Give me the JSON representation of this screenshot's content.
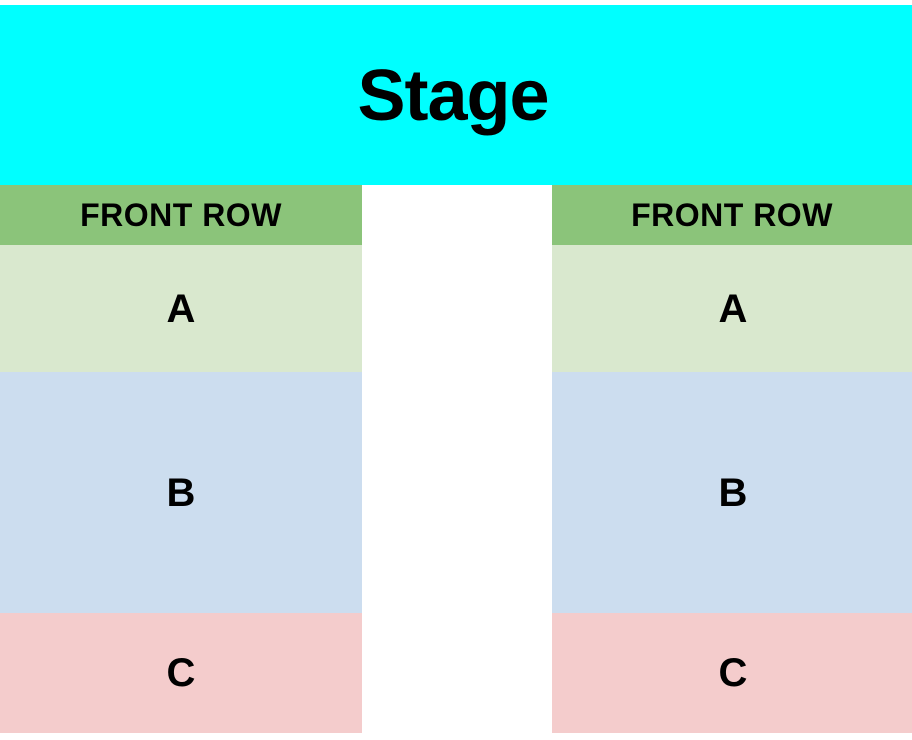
{
  "stage": {
    "label": "Stage",
    "color": "#00ffff"
  },
  "legend_colors": {
    "stage": "#00ffff",
    "front_row_band": "#8bc47a",
    "row_a": "#d9e8ce",
    "row_b": "#ccddef",
    "row_c": "#f4cccc",
    "aisle": "#ffffff",
    "text": "#000000"
  },
  "sections": [
    {
      "id": "left",
      "front_row_label": "FRONT ROW",
      "rows": [
        {
          "label": "A",
          "color": "#d9e8ce"
        },
        {
          "label": "B",
          "color": "#ccddef"
        },
        {
          "label": "C",
          "color": "#f4cccc"
        }
      ]
    },
    {
      "id": "right",
      "front_row_label": "FRONT ROW",
      "rows": [
        {
          "label": "A",
          "color": "#d9e8ce"
        },
        {
          "label": "B",
          "color": "#ccddef"
        },
        {
          "label": "C",
          "color": "#f4cccc"
        }
      ]
    }
  ]
}
